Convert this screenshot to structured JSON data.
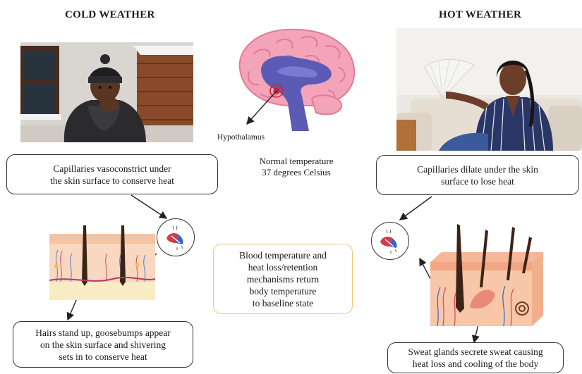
{
  "cold": {
    "heading": "COLD WEATHER",
    "box1": {
      "line1": "Capillaries vasoconstrict under",
      "line2": "the skin surface to conserve heat"
    },
    "box2": {
      "line1": "Hairs stand up, goosebumps appear",
      "line2": "on the skin surface and shivering",
      "line3": "sets in to conserve heat"
    }
  },
  "hot": {
    "heading": "HOT WEATHER",
    "box1": {
      "line1": "Capillaries dilate under the skin",
      "line2": "surface to lose heat"
    },
    "box2": {
      "line1": "Sweat glands secrete sweat causing",
      "line2": "heat loss and cooling of the body"
    }
  },
  "center": {
    "hypothalamus_label": "Hypothalamus",
    "normal_temp": {
      "line1": "Normal temperature",
      "line2": "37 degrees Celsius"
    },
    "baseline_box": {
      "line1": "Blood temperature and",
      "line2": "heat loss/retention",
      "line3": "mechanisms return",
      "line4": "body temperature",
      "line5": "to baseline state"
    }
  },
  "colors": {
    "baseline_border": "#f0c872",
    "brain_pink": "#f0a0b4",
    "brain_purple": "#5b5bb5",
    "skin": "#f6c7a6"
  }
}
